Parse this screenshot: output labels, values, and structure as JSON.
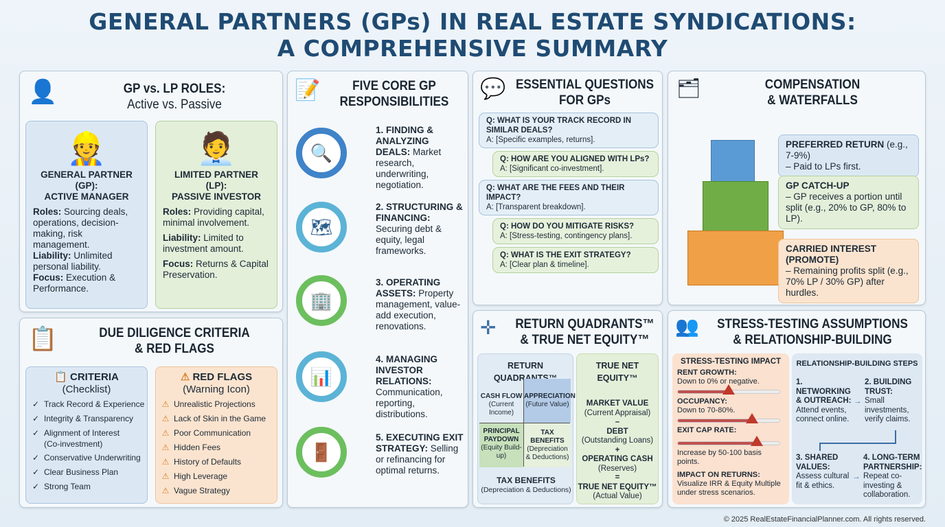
{
  "title_line1": "GENERAL PARTNERS (GPs) IN REAL ESTATE SYNDICATIONS:",
  "title_line2": "A COMPREHENSIVE SUMMARY",
  "roles": {
    "title": "GP vs. LP ROLES:",
    "subtitle": "Active vs. Passive",
    "gp": {
      "title1": "GENERAL PARTNER (GP):",
      "title2": "ACTIVE MANAGER",
      "roles_label": "Roles:",
      "roles": "Sourcing deals, operations, decision-making, risk management.",
      "liability_label": "Liability:",
      "liability": "Unlimited personal liability.",
      "focus_label": "Focus:",
      "focus": "Execution & Performance."
    },
    "lp": {
      "title1": "LIMITED PARTNER (LP):",
      "title2": "PASSIVE INVESTOR",
      "roles_label": "Roles:",
      "roles": "Providing capital, minimal involvement.",
      "liability_label": "Liability:",
      "liability": "Limited to investment amount.",
      "focus_label": "Focus:",
      "focus": "Returns & Capital Preservation."
    }
  },
  "diligence": {
    "title1": "DUE DILIGENCE CRITERIA",
    "title2": "& RED FLAGS",
    "criteria_title": "CRITERIA",
    "criteria_sub": "(Checklist)",
    "criteria": [
      "Track Record & Experience",
      "Integrity & Transparency",
      "Alignment of Interest",
      "Conservative Underwriting",
      "Clear Business Plan",
      "Strong Team"
    ],
    "criteria_note": "(Co-investment)",
    "flags_title": "RED FLAGS",
    "flags_sub": "(Warning Icon)",
    "flags": [
      "Unrealistic Projections",
      "Lack of Skin in the Game",
      "Poor Communication",
      "Hidden Fees",
      "History of Defaults",
      "High Leverage",
      "Vague Strategy"
    ]
  },
  "core": {
    "title1": "FIVE CORE GP",
    "title2": "RESPONSIBILITIES",
    "steps": [
      {
        "head": "1. FINDING & ANALYZING DEALS:",
        "body": "Market research, underwriting, negotiation."
      },
      {
        "head": "2. STRUCTURING & FINANCING:",
        "body": "Securing debt & equity, legal frameworks."
      },
      {
        "head": "3. OPERATING ASSETS:",
        "body": "Property management, value-add execution, renovations."
      },
      {
        "head": "4. MANAGING INVESTOR RELATIONS:",
        "body": "Communication, reporting, distributions."
      },
      {
        "head": "5. EXECUTING EXIT STRATEGY:",
        "body": "Selling or refinancing for optimal returns."
      }
    ]
  },
  "questions": {
    "title1": "ESSENTIAL QUESTIONS",
    "title2": "FOR GPs",
    "items": [
      {
        "q": "Q: WHAT IS YOUR TRACK RECORD IN SIMILAR DEALS?",
        "a": "A: [Specific examples, returns]."
      },
      {
        "q": "Q: HOW ARE YOU ALIGNED WITH LPs?",
        "a": "A: [Significant co-investment]."
      },
      {
        "q": "Q: WHAT ARE THE FEES AND THEIR IMPACT?",
        "a": "A: [Transparent breakdown]."
      },
      {
        "q": "Q: HOW DO YOU MITIGATE RISKS?",
        "a": "A: [Stress-testing, contingency plans]."
      },
      {
        "q": "Q: WHAT IS THE EXIT STRATEGY?",
        "a": "A: [Clear plan & timeline]."
      }
    ]
  },
  "compensation": {
    "title1": "COMPENSATION",
    "title2": "& WATERFALLS",
    "tiers": [
      {
        "head": "PREFERRED RETURN",
        "note": " (e.g., 7-9%)",
        "body": "– Paid to LPs first."
      },
      {
        "head": "GP CATCH-UP",
        "note": "",
        "body": "– GP receives a portion until split (e.g., 20% to GP, 80% to LP)."
      },
      {
        "head": "CARRIED INTEREST (PROMOTE)",
        "note": "",
        "body": "– Remaining profits split (e.g., 70% LP / 30% GP) after hurdles."
      }
    ]
  },
  "quadrants": {
    "title1": "RETURN QUADRANTS™",
    "title2": "& TRUE NET EQUITY™",
    "rq_title": "RETURN QUADRANTS™",
    "cells": [
      {
        "h": "CASH FLOW",
        "s": "(Current Income)"
      },
      {
        "h": "APPRECIATION",
        "s": "(Future Value)"
      },
      {
        "h": "PRINCIPAL PAYDOWN",
        "s": "(Equity Build-up)"
      },
      {
        "h": "TAX BENEFITS",
        "s": "(Depreciation & Deductions)"
      }
    ],
    "bottom": {
      "h": "TAX BENEFITS",
      "s": "(Depreciation & Deductions)"
    },
    "tne_title": "TRUE NET EQUITY™",
    "tne": [
      {
        "h": "MARKET VALUE",
        "s": "(Current Appraisal)"
      },
      {
        "op": "–"
      },
      {
        "h": "DEBT",
        "s": "(Outstanding Loans)"
      },
      {
        "op": "+"
      },
      {
        "h": "OPERATING CASH",
        "s": "(Reserves)"
      },
      {
        "op": "="
      },
      {
        "h": "TRUE NET EQUITY™",
        "s": "(Actual Value)"
      }
    ]
  },
  "stress": {
    "title1": "STRESS-TESTING ASSUMPTIONS",
    "title2": "& RELATIONSHIP-BUILDING",
    "impact_title": "STRESS-TESTING IMPACT",
    "rent_h": "RENT GROWTH:",
    "rent_b": "Down to 0% or negative.",
    "rent_level": 50,
    "occ_h": "OCCUPANCY:",
    "occ_b": "Down to 70-80%.",
    "occ_level": 73,
    "cap_h": "EXIT CAP RATE:",
    "cap_b": "Increase by 50-100 basis points.",
    "cap_level": 78,
    "ret_h": "IMPACT ON RETURNS:",
    "ret_b": "Visualize IRR & Equity Multiple under stress scenarios.",
    "rel_title": "RELATIONSHIP-BUILDING STEPS",
    "steps": [
      {
        "h": "1. NETWORKING & OUTREACH:",
        "b": "Attend events, connect online."
      },
      {
        "h": "2. BUILDING TRUST:",
        "b": "Small investments, verify claims."
      },
      {
        "h": "3. SHARED VALUES:",
        "b": "Assess cultural fit & ethics."
      },
      {
        "h": "4. LONG-TERM PARTNERSHIP:",
        "b": "Repeat co-investing & collaboration."
      }
    ]
  },
  "footer": "© 2025 RealEstateFinancialPlanner.com. All rights reserved."
}
